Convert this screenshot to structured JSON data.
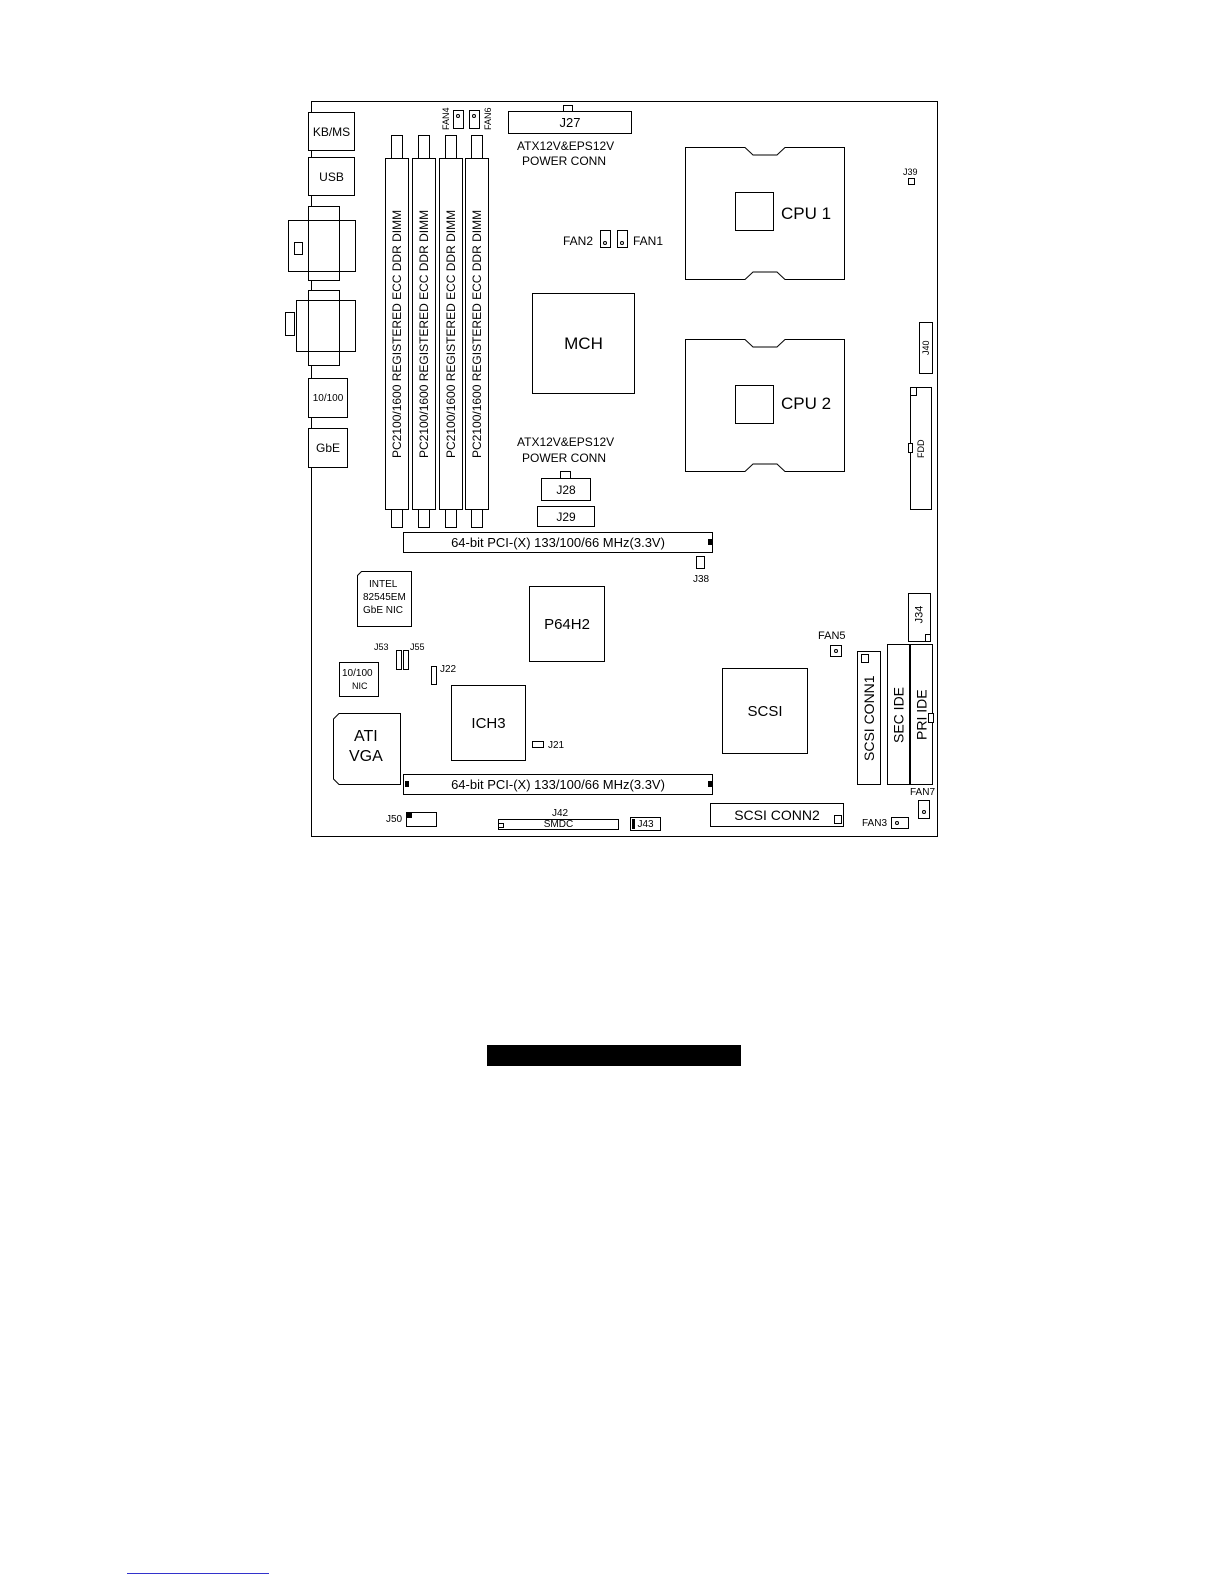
{
  "board": {
    "io_ports": {
      "kbms": "KB/MS",
      "usb": "USB",
      "lan100": "10/100",
      "gbe": "GbE"
    },
    "dimm_slots": [
      "PC2100/1600 REGISTERED ECC DDR DIMM",
      "PC2100/1600 REGISTERED ECC DDR DIMM",
      "PC2100/1600 REGISTERED ECC DDR DIMM",
      "PC2100/1600 REGISTERED ECC DDR DIMM"
    ],
    "fans": {
      "fan1": "FAN1",
      "fan2": "FAN2",
      "fan3": "FAN3",
      "fan4": "FAN4",
      "fan5": "FAN5",
      "fan6": "FAN6",
      "fan7": "FAN7"
    },
    "power": {
      "j27": "J27",
      "j28": "J28",
      "j29": "J29",
      "caption_line1": "ATX12V&EPS12V",
      "caption_line2": "POWER  CONN"
    },
    "chips": {
      "cpu1": "CPU 1",
      "cpu2": "CPU 2",
      "mch": "MCH",
      "p64h2": "P64H2",
      "ich3": "ICH3",
      "scsi": "SCSI",
      "ati_line1": "ATI",
      "ati_line2": "VGA",
      "intel_line1": "INTEL",
      "intel_line2": "82545EM",
      "intel_line3": "GbE  NIC",
      "nic100_line1": "10/100",
      "nic100_line2": "NIC"
    },
    "slots": {
      "pci_top": "64-bit PCI-(X) 133/100/66 MHz(3.3V)",
      "pci_bottom": "64-bit PCI-(X) 133/100/66 MHz(3.3V)"
    },
    "connectors": {
      "scsi_conn1": "SCSI CONN1",
      "scsi_conn2": "SCSI CONN2",
      "sec_ide": "SEC IDE",
      "pri_ide": "PRI IDE",
      "fdd": "FDD",
      "smdc": "SMDC",
      "j42": "J42",
      "j43": "J43"
    },
    "jumpers": {
      "j21": "J21",
      "j22": "J22",
      "j34": "J34",
      "j38": "J38",
      "j39": "J39",
      "j40": "J40",
      "j50": "J50",
      "j53": "J53",
      "j55": "J55"
    }
  }
}
